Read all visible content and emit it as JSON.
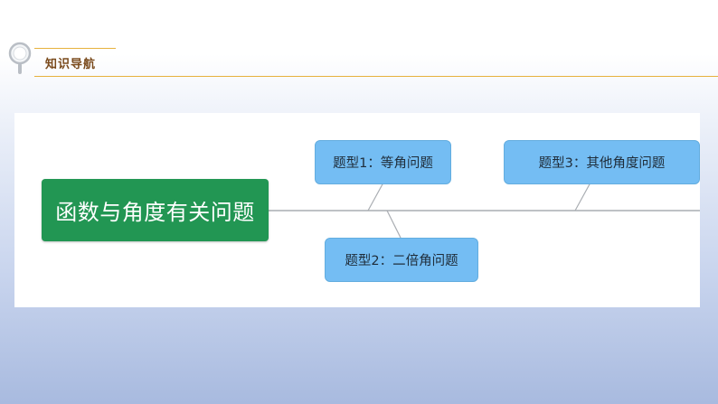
{
  "header": {
    "title": "知识导航",
    "icon": "magnifier-icon"
  },
  "diagram": {
    "main_topic": "函数与角度有关问题",
    "subtopics": [
      {
        "label": "题型1：等角问题",
        "color": "#74bdf3"
      },
      {
        "label": "题型2：二倍角问题",
        "color": "#74bdf3"
      },
      {
        "label": "题型3：其他角度问题",
        "color": "#74bdf3"
      }
    ],
    "main_color": "#229653",
    "accent_color": "#e7b23e"
  }
}
